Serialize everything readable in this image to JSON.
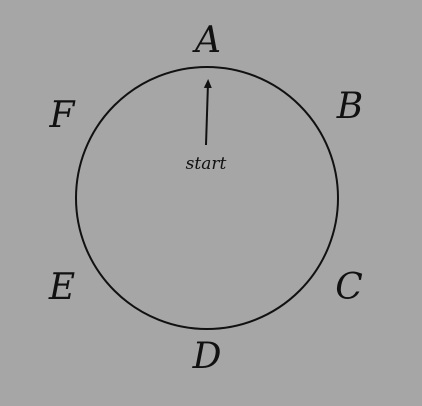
{
  "diagram": {
    "background_color": "#a6a6a6",
    "stroke_color": "#111111",
    "points": [
      {
        "id": "A",
        "label": "A"
      },
      {
        "id": "B",
        "label": "B"
      },
      {
        "id": "C",
        "label": "C"
      },
      {
        "id": "D",
        "label": "D"
      },
      {
        "id": "E",
        "label": "E"
      },
      {
        "id": "F",
        "label": "F"
      }
    ],
    "start_label": "start"
  }
}
